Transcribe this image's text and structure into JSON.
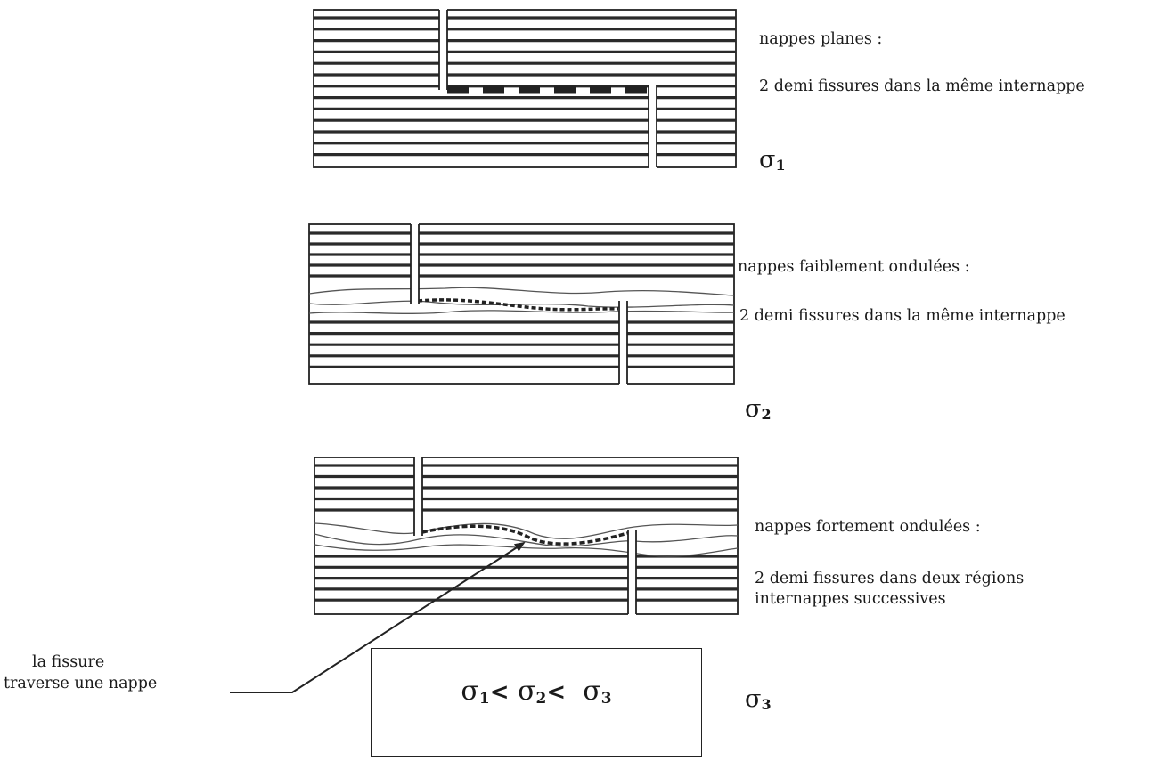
{
  "panels": [
    {
      "label_line1": "nappes planes :",
      "label_line2": "2 demi fissures dans la même internappe",
      "sigma_symbol": "σ",
      "sigma_index": "1"
    },
    {
      "label_line1": "nappes faiblement ondulées :",
      "label_line2": "2 demi fissures dans la même internappe",
      "sigma_symbol": "σ",
      "sigma_index": "2"
    },
    {
      "label_line1": "nappes fortement  ondulées :",
      "label_line2": "2 demi fissures dans deux régions",
      "label_line3": "internappes successives",
      "sigma_symbol": "σ",
      "sigma_index": "3"
    }
  ],
  "annotation": {
    "line1": "la fissure",
    "line2": "traverse une nappe"
  },
  "inequality": {
    "symbol": "σ",
    "i1": "1",
    "i2": "2",
    "i3": "3",
    "lt": "<"
  }
}
